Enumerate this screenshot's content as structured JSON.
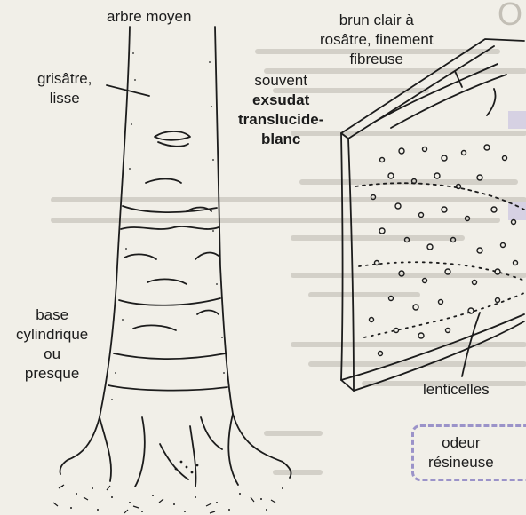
{
  "labels": {
    "arbre_moyen": "arbre moyen",
    "grisatre": [
      "grisâtre,",
      "lisse"
    ],
    "base": [
      "base",
      "cylindrique",
      "ou",
      "presque"
    ],
    "brun": [
      "brun clair à",
      "rosâtre, finement",
      "fibreuse"
    ],
    "souvent": "souvent",
    "exsudat": [
      "exsudat",
      "translucide-",
      "blanc"
    ],
    "lenticelles": "lenticelles",
    "odeur": [
      "odeur",
      "résineuse"
    ]
  },
  "colors": {
    "ink": "#1c1c1c",
    "paper": "#f1efe8",
    "ghost_text": "#c9c6be",
    "dash_box": "#9b93c9"
  }
}
